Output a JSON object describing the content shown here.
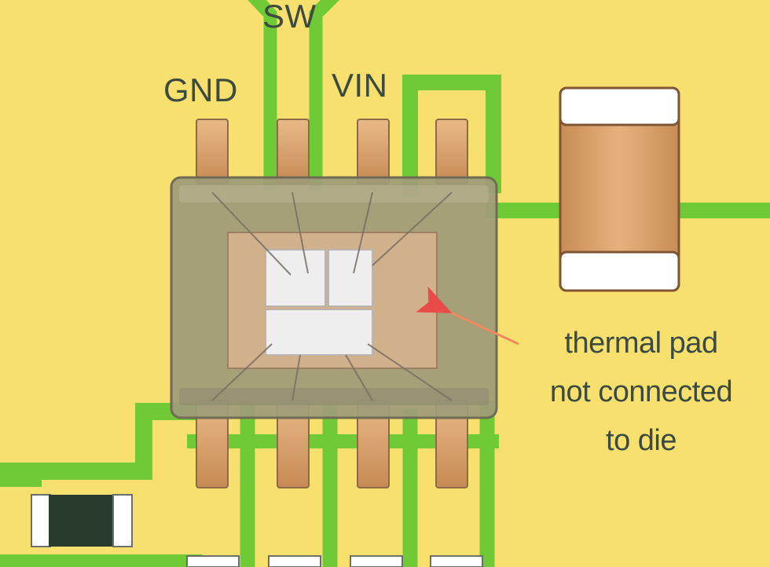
{
  "pin_labels": {
    "sw": "SW",
    "gnd": "GND",
    "vin": "VIN"
  },
  "annotation": {
    "line1": "thermal pad",
    "line2": "not connected",
    "line3": "to die"
  },
  "colors": {
    "background": "#f7e06d",
    "trace": "#6fca35",
    "package_fill": "#9f9b78",
    "pad_fill": "#d6b18e",
    "die_fill": "#eeeeee",
    "arrow": "#f08a5d",
    "component_body": "#d99f67",
    "component_end": "#ffffff",
    "dark_component": "#283b2c"
  },
  "icons": {
    "arrow": "arrow-icon"
  }
}
